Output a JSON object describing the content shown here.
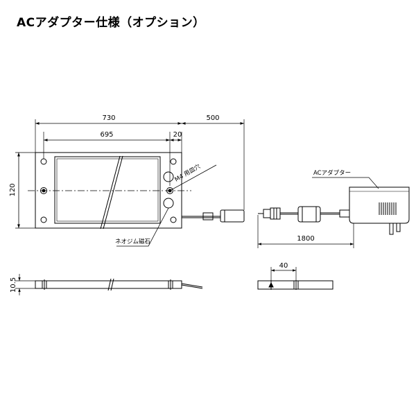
{
  "title": "ACアダプター仕様（オプション）",
  "dimensions": {
    "overall_width": "730",
    "cable_length": "500",
    "hole_pitch": "695",
    "edge_offset": "20",
    "height": "120",
    "adapter_cable_length": "1800",
    "thickness": "10.5",
    "side_dim": "40"
  },
  "labels": {
    "mount_hole": "M4 用皿穴",
    "magnet": "ネオジム磁石",
    "adapter": "ACアダプター"
  }
}
